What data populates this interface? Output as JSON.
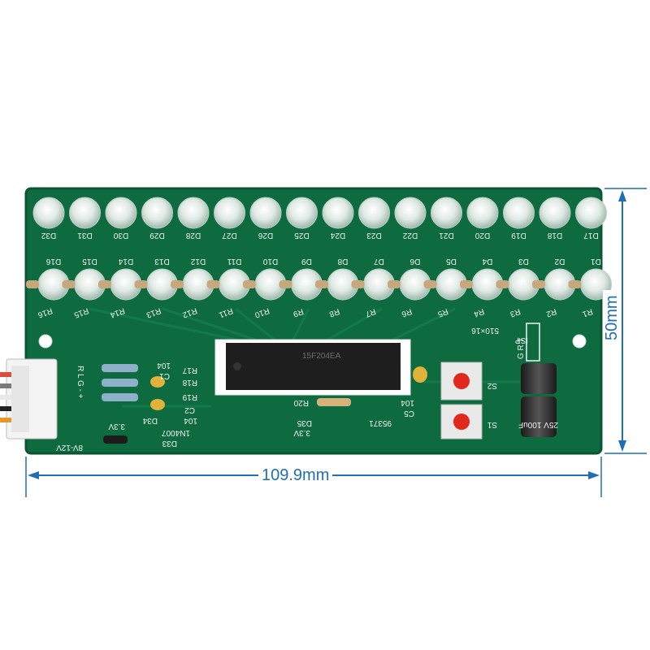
{
  "board": {
    "leds_top": [
      "D32",
      "D31",
      "D30",
      "D29",
      "D28",
      "D27",
      "D26",
      "D25",
      "D24",
      "D23",
      "D22",
      "D21",
      "D20",
      "D19",
      "D18",
      "D17"
    ],
    "leds_bottom": [
      "D16",
      "D15",
      "D14",
      "D13",
      "D12",
      "D11",
      "D10",
      "D9",
      "D8",
      "D7",
      "D6",
      "D5",
      "D4",
      "D3",
      "D2",
      "D1"
    ],
    "resistors": [
      "R16",
      "R15",
      "R14",
      "R13",
      "R12",
      "R11",
      "R10",
      "R9",
      "R8",
      "R7",
      "R6",
      "R5",
      "R4",
      "R3",
      "R2",
      "R1"
    ],
    "labels": {
      "cap_c1": "C1",
      "cap_104_a": "104",
      "r17": "R17",
      "r18": "R18",
      "r19": "R19",
      "cap_c2": "C2",
      "cap_104_b": "104",
      "d34": "D34",
      "v33_a": "3.3V",
      "d33": "D33",
      "diode_1n4007": "1N4007",
      "conn_pins": "R L G - +",
      "supply": "8V-12V",
      "r20": "R20",
      "d35": "D35",
      "v33_b": "3.3V",
      "cap_c5": "C5",
      "cap_104_c": "104",
      "board_code": "95371",
      "switch_s2": "S2",
      "switch_s1": "S1",
      "isp": "ISP",
      "isp_pins": "G R T",
      "rnet": "510×16",
      "elcap": "25V 100uF",
      "chip": "15F204EA"
    },
    "colors": {
      "pcb": "#0d6b3f",
      "led_cap": "#e8f0ec",
      "button_red": "#e0281c",
      "dimension": "#1f6fb5"
    }
  },
  "dimensions": {
    "width_label": "109.9mm",
    "height_label": "50mm"
  }
}
